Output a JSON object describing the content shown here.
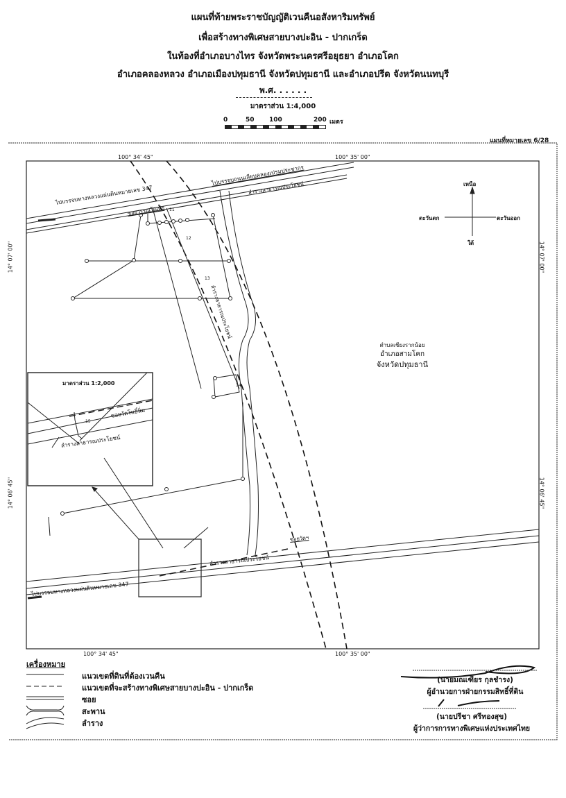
{
  "header": {
    "title_lines": [
      "แผนที่ท้ายพระราชบัญญัติเวนคืนอสังหาริมทรัพย์",
      "เพื่อสร้างทางพิเศษสายบางปะอิน - ปากเกร็ด",
      "ในท้องที่อำเภอบางไทร จังหวัดพระนครศรีอยุธยา อำเภอโคก",
      "อำเภอคลองหลวง อำเภอเมืองปทุมธานี จังหวัดปทุมธานี และอำเภอปรีด จังหวัดนนทบุรี"
    ],
    "year": "พ.ศ. . . . . .",
    "scale": "มาตราส่วน 1:4,000",
    "scale_bar": {
      "ticks": [
        "0",
        "50",
        "100",
        "200"
      ],
      "unit": "เมตร"
    },
    "sheet_number": "แผนที่หมายเลข 6/28"
  },
  "coordinates": {
    "lon_west": "100° 34' 45\"",
    "lon_east": "100° 35' 00\"",
    "lat_north": "14° 07' 00\"",
    "lat_south": "14° 06' 45\""
  },
  "map_labels": {
    "road_347_top": "ไปบรรจบทางหลวงแผ่นดินหมายเลข 347",
    "road_klong_prem": "ไปบรรจบถนนเลียบคลองเปรมประชากร",
    "canal_top": "ลำรางสาธารณประโยชน์",
    "soi_top": "ซอยวรรณโณทัย",
    "canal_vertical": "ลำรางสาธารณประโยชน์",
    "road_347_bottom": "ไปบรรจบทางหลวงแผ่นดินหมายเลข 347",
    "canal_bottom": "ลำรางสาธารณประโยชน์",
    "soi_bottom": "ซอยวัดฯ",
    "district": [
      "ตำบลเชียงรากน้อย",
      "อำเภอสามโคก",
      "จังหวัดปทุมธานี"
    ],
    "parcels": [
      "11",
      "12",
      "13",
      "14",
      "15"
    ]
  },
  "compass": {
    "north": "เหนือ",
    "south": "ใต้",
    "east": "ตะวันออก",
    "west": "ตะวันตก"
  },
  "inset": {
    "scale": "มาตราส่วน 1:2,000",
    "soi": "ซอยวัดโพธิ์นิ่ม",
    "canal": "ลำรางสาธารณประโยชน์",
    "parcel": "15"
  },
  "legend": {
    "title": "เครื่องหมาย",
    "items": [
      {
        "symbol": "solid-line",
        "label": "แนวเขตที่ดินที่ต้องเวนคืน"
      },
      {
        "symbol": "dashed-line",
        "label": "แนวเขตที่จะสร้างทางพิเศษสายบางปะอิน - ปากเกร็ด"
      },
      {
        "symbol": "double-line",
        "label": "ซอย"
      },
      {
        "symbol": "bridge",
        "label": "สะพาน"
      },
      {
        "symbol": "canal",
        "label": "ลำราง"
      }
    ]
  },
  "signatures": [
    {
      "name": "(นายมณเฑียร กุลชำรง)",
      "title": "ผู้อำนวยการฝ่ายกรรมสิทธิ์ที่ดิน"
    },
    {
      "name": "(นายปรีชา ศรีทองสุข)",
      "title": "ผู้ว่าการการทางพิเศษแห่งประเทศไทย"
    }
  ]
}
